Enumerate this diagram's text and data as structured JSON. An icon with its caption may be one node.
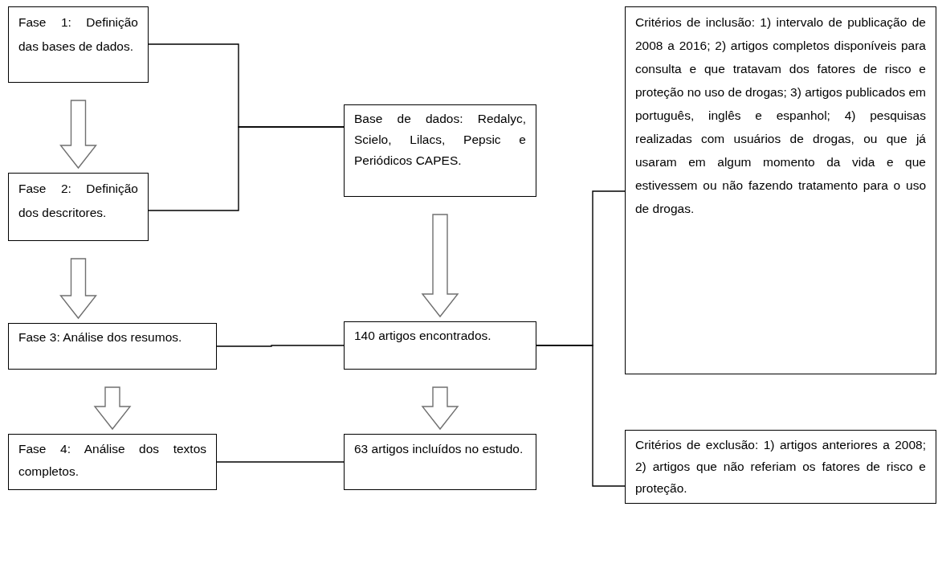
{
  "diagram": {
    "nodes": [
      {
        "text": [
          "Fase 1: Definição das bases de dados."
        ]
      },
      {
        "text": [
          "Fase 2: Definição dos descritores."
        ]
      },
      {
        "text": [
          "Fase 3: Análise dos resumos."
        ]
      },
      {
        "text": [
          "Fase 4: Análise dos textos completos."
        ]
      },
      {
        "text": [
          "Base de dados: Redalyc, Scielo, Lilacs, Pepsic e Periódicos CAPES."
        ]
      },
      {
        "text": [
          "140 artigos encontrados."
        ]
      },
      {
        "text": [
          "63 artigos incluídos no estudo."
        ]
      },
      {
        "text": [
          "Critérios de inclusão: 1) intervalo de publicação de 2008 a 2016; 2) artigos completos disponíveis para consulta e que tratavam dos fatores de risco e proteção no uso de drogas; 3) artigos publicados em português, inglês e espanhol; 4) pesquisas realizadas com usuários de drogas, ou que já usaram em algum momento da vida e que estivessem ou não fazendo tratamento para o uso de drogas."
        ]
      },
      {
        "text": [
          "Critérios de exclusão: 1) artigos anteriores a 2008; 2) artigos que não referiam os fatores de risco e proteção."
        ]
      }
    ],
    "edges": [
      {
        "from": 0,
        "to": 1,
        "arrow": "to"
      },
      {
        "from": 1,
        "to": 2,
        "arrow": "to"
      },
      {
        "from": 2,
        "to": 3,
        "arrow": "to"
      },
      {
        "from": 0,
        "to": 4,
        "arrow": "none"
      },
      {
        "from": 1,
        "to": 4,
        "arrow": "none"
      },
      {
        "from": 4,
        "to": 5,
        "arrow": "to"
      },
      {
        "from": 5,
        "to": 6,
        "arrow": "to"
      },
      {
        "from": 2,
        "to": 5,
        "arrow": "none"
      },
      {
        "from": 3,
        "to": 6,
        "arrow": "none"
      },
      {
        "from": 5,
        "to": 7,
        "arrow": "none"
      },
      {
        "from": 5,
        "to": 8,
        "arrow": "none"
      }
    ]
  }
}
